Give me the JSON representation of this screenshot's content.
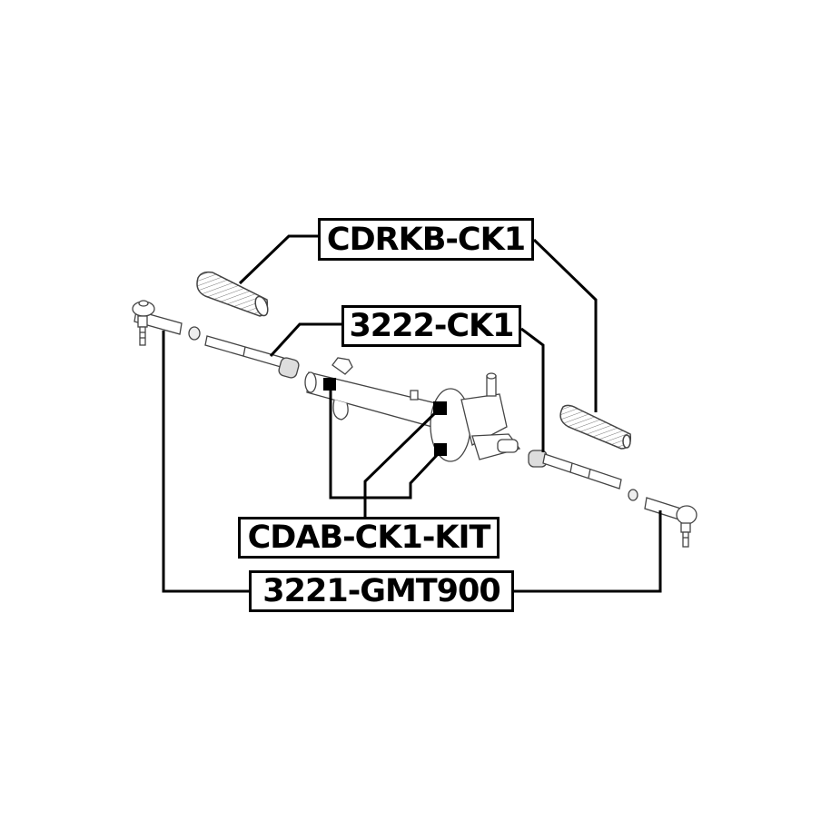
{
  "diagram": {
    "subject": "Steering rack assembly exploded view",
    "labels": [
      {
        "id": "cdrkb",
        "text": "CDRKB-CK1",
        "points_to": [
          "left steering boot",
          "right steering boot"
        ]
      },
      {
        "id": "3222",
        "text": "3222-CK1",
        "points_to": [
          "left inner tie rod",
          "right inner tie rod"
        ]
      },
      {
        "id": "cdab",
        "text": "CDAB-CK1-KIT",
        "points_to": [
          "rack mounting bushing left",
          "rack mounting bushing center upper",
          "rack mounting bushing center lower"
        ]
      },
      {
        "id": "3221",
        "text": "3221-GMT900",
        "points_to": [
          "left outer tie rod end",
          "right outer tie rod end"
        ]
      }
    ],
    "colors": {
      "line": "#000000",
      "background": "#ffffff",
      "part_fill": "#f2f2f2",
      "part_stroke": "#555555"
    }
  }
}
